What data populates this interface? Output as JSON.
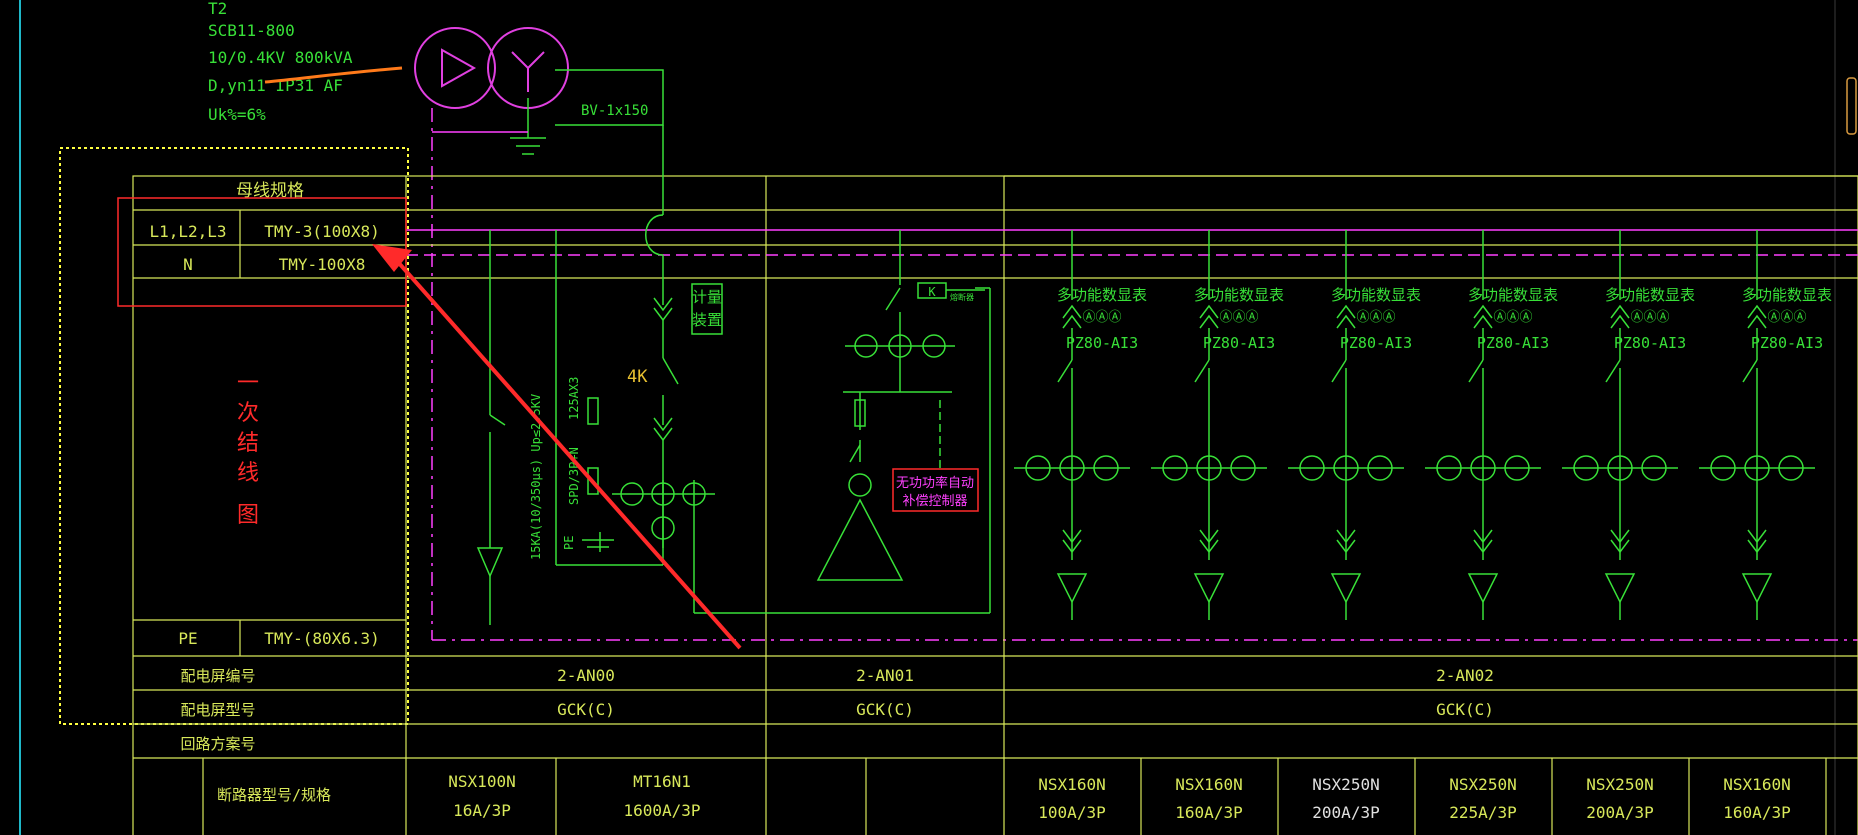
{
  "transformer": {
    "lines": [
      "T2",
      "SCB11-800",
      "10/0.4KV 800kVA",
      "D,yn11 IP31 AF",
      "Uk%=6%"
    ],
    "cable": "BV-1x150"
  },
  "busbar": {
    "header": "母线规格",
    "rows": [
      {
        "phase": "L1,L2,L3",
        "spec": "TMY-3(100X8)"
      },
      {
        "phase": "N",
        "spec": "TMY-100X8"
      }
    ],
    "pe": {
      "phase": "PE",
      "spec": "TMY-(80X6.3)"
    }
  },
  "side_label": [
    "一",
    "次",
    "结",
    "线",
    "图"
  ],
  "row_labels": {
    "cabinet_no": "配电屏编号",
    "cabinet_type": "配电屏型号",
    "scheme_no": "回路方案号",
    "breaker": "断路器型号/规格"
  },
  "cabinets": [
    {
      "no": "2-AN00",
      "type": "GCK(C)"
    },
    {
      "no": "2-AN01",
      "type": "GCK(C)"
    },
    {
      "no": "2-AN02",
      "type": "GCK(C)"
    }
  ],
  "an00": {
    "metering": [
      "计量",
      "装置"
    ],
    "label_4k": "4K",
    "spd_a": "15KA(10/350μs) Up≤2.5KV",
    "spd_b": "SPD/3P+N",
    "fuse": "125AX3",
    "pe": "PE"
  },
  "an01": {
    "relay": "K",
    "relay_sub": "熔断器",
    "controller": [
      "无功功率自动",
      "补偿控制器"
    ]
  },
  "feeders": [
    {
      "meter": "多功能数显表",
      "amp": "ⒶⒶⒶ",
      "model": "PZ80-AI3"
    },
    {
      "meter": "多功能数显表",
      "amp": "ⒶⒶⒶ",
      "model": "PZ80-AI3"
    },
    {
      "meter": "多功能数显表",
      "amp": "ⒶⒶⒶ",
      "model": "PZ80-AI3"
    },
    {
      "meter": "多功能数显表",
      "amp": "ⒶⒶⒶ",
      "model": "PZ80-AI3"
    },
    {
      "meter": "多功能数显表",
      "amp": "ⒶⒶⒶ",
      "model": "PZ80-AI3"
    },
    {
      "meter": "多功能数显表",
      "amp": "ⒶⒶⒶ",
      "model": "PZ80-AI3"
    }
  ],
  "breakers": [
    {
      "model": "NSX100N",
      "rating": "16A/3P"
    },
    {
      "model": "MT16N1",
      "rating": "1600A/3P"
    },
    {
      "model": "NSX160N",
      "rating": "100A/3P"
    },
    {
      "model": "NSX160N",
      "rating": "160A/3P"
    },
    {
      "model": "NSX250N",
      "rating": "200A/3P"
    },
    {
      "model": "NSX250N",
      "rating": "225A/3P"
    },
    {
      "model": "NSX250N",
      "rating": "200A/3P"
    },
    {
      "model": "NSX160N",
      "rating": "160A/3P"
    }
  ],
  "colors": {
    "frame": "#d8e85a",
    "circuit": "#38e038",
    "bus": "#ff40ff",
    "annotation": "#ff2a2a",
    "highlight": "#ff7a1a",
    "background": "#000000"
  }
}
